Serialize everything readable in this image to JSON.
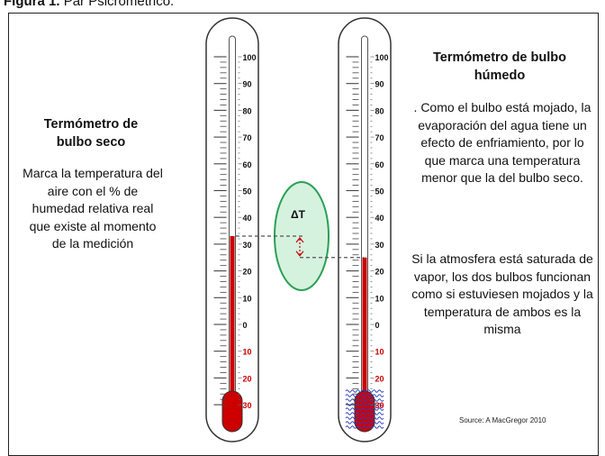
{
  "figure_caption": {
    "label": "Figura 1.",
    "title": "Par Psicrométrico."
  },
  "dry_bulb": {
    "title": "Termómetro de bulbo seco",
    "description": "Marca la temperatura del aire con el % de humedad relativa real que existe al momento de la medición"
  },
  "wet_bulb": {
    "title": "Termómetro de bulbo húmedo",
    "description_1": ". Como el bulbo está mojado, la evaporación del agua tiene un efecto de enfriamiento, por lo que marca una temperatura menor que la del bulbo seco.",
    "description_2": "Si la atmosfera está saturada de vapor, los dos bulbos funcionan como si estuviesen mojados y la temperatura de ambos es la misma"
  },
  "scale": {
    "labels": [
      "100",
      "90",
      "80",
      "70",
      "60",
      "50",
      "40",
      "30",
      "20",
      "10",
      "0",
      "10",
      "20",
      "30"
    ],
    "label_colors": [
      "#111111",
      "#111111",
      "#111111",
      "#111111",
      "#111111",
      "#111111",
      "#111111",
      "#111111",
      "#111111",
      "#111111",
      "#111111",
      "#cc0000",
      "#cc0000",
      "#cc0000"
    ]
  },
  "delta_label": "ΔT",
  "source": "Source: A MacGregor 2010",
  "colors": {
    "mercury": "#cc0000",
    "ellipse_fill": "#d5f2df",
    "ellipse_stroke": "#2aa055",
    "wet_wick": "#2a3fc0",
    "guide_line": "#555555"
  },
  "readings": {
    "dry_bulb_level": 33,
    "wet_bulb_level": 25
  }
}
